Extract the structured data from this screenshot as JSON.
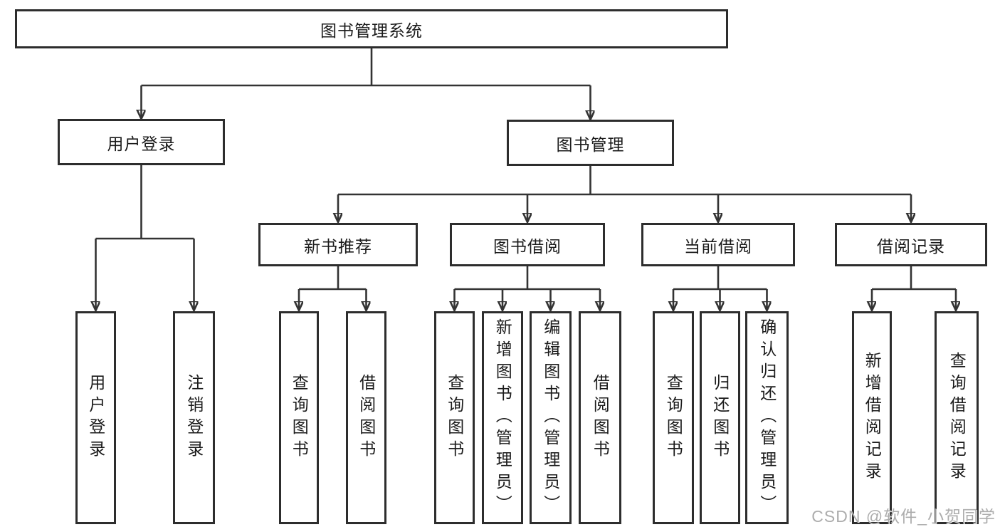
{
  "colors": {
    "background": "#ffffff",
    "box_border": "#2d2d2d",
    "connector_line": "#333333",
    "text": "#1b1b1b",
    "watermark": "#a5a5a5"
  },
  "nodes": {
    "root": {
      "label": "图书管理系统"
    },
    "user_login": {
      "label": "用户登录"
    },
    "book_mgmt": {
      "label": "图书管理"
    },
    "new_book_rec": {
      "label": "新书推荐"
    },
    "book_borrow": {
      "label": "图书借阅"
    },
    "current_borrow": {
      "label": "当前借阅"
    },
    "borrow_records": {
      "label": "借阅记录"
    },
    "ul_user_login": {
      "label": "用户登录"
    },
    "ul_logout": {
      "label": "注销登录"
    },
    "nbr_query_books": {
      "label": "查询图书"
    },
    "nbr_borrow_books": {
      "label": "借阅图书"
    },
    "bb_query_books": {
      "label": "查询图书"
    },
    "bb_add_books": {
      "label": "新增图书（管理员）"
    },
    "bb_edit_books": {
      "label": "编辑图书（管理员）"
    },
    "bb_borrow_books": {
      "label": "借阅图书"
    },
    "cb_query_books": {
      "label": "查询图书"
    },
    "cb_return_books": {
      "label": "归还图书"
    },
    "cb_confirm_return": {
      "label": "确认归还（管理员）"
    },
    "br_add_record": {
      "label": "新增借阅记录"
    },
    "br_query_record": {
      "label": "查询借阅记录"
    }
  },
  "hierarchy": {
    "图书管理系统": {
      "用户登录": [
        "用户登录",
        "注销登录"
      ],
      "图书管理": {
        "新书推荐": [
          "查询图书",
          "借阅图书"
        ],
        "图书借阅": [
          "查询图书",
          "新增图书（管理员）",
          "编辑图书（管理员）",
          "借阅图书"
        ],
        "当前借阅": [
          "查询图书",
          "归还图书",
          "确认归还（管理员）"
        ],
        "借阅记录": [
          "新增借阅记录",
          "查询借阅记录"
        ]
      }
    }
  },
  "watermark": {
    "text": "CSDN @软件_小贺同学"
  }
}
